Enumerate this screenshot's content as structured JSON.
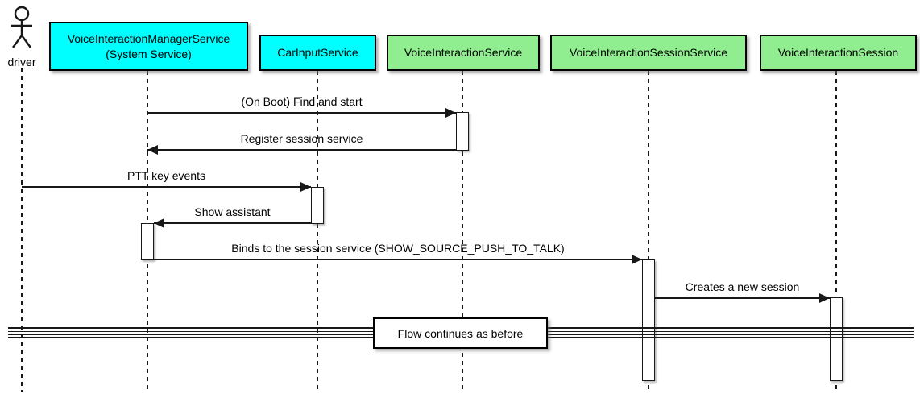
{
  "diagram_type": "uml-sequence-diagram",
  "colors": {
    "system_service_fill": "#00ffff",
    "framework_service_fill": "#90ee90",
    "line": "#181818",
    "activation_fill": "#ffffff",
    "background": "#ffffff"
  },
  "actor": {
    "label": "driver"
  },
  "participants": [
    {
      "name": "VoiceInteractionManagerService",
      "subtitle": "(System Service)",
      "fill": "#00ffff"
    },
    {
      "name": "CarInputService",
      "subtitle": "",
      "fill": "#00ffff"
    },
    {
      "name": "VoiceInteractionService",
      "subtitle": "",
      "fill": "#90ee90"
    },
    {
      "name": "VoiceInteractionSessionService",
      "subtitle": "",
      "fill": "#90ee90"
    },
    {
      "name": "VoiceInteractionSession",
      "subtitle": "",
      "fill": "#90ee90"
    }
  ],
  "messages": [
    {
      "label": "(On Boot) Find and start",
      "from": "VoiceInteractionManagerService",
      "to": "VoiceInteractionService",
      "direction": "right"
    },
    {
      "label": "Register session service",
      "from": "VoiceInteractionService",
      "to": "VoiceInteractionManagerService",
      "direction": "left"
    },
    {
      "label": "PTT key events",
      "from": "driver",
      "to": "CarInputService",
      "direction": "right"
    },
    {
      "label": "Show assistant",
      "from": "CarInputService",
      "to": "VoiceInteractionManagerService",
      "direction": "left"
    },
    {
      "label": "Binds to the session service (SHOW_SOURCE_PUSH_TO_TALK)",
      "from": "VoiceInteractionManagerService",
      "to": "VoiceInteractionSessionService",
      "direction": "right"
    },
    {
      "label": "Creates a new session",
      "from": "VoiceInteractionSessionService",
      "to": "VoiceInteractionSession",
      "direction": "right"
    }
  ],
  "divider": {
    "label": "Flow continues as before"
  }
}
